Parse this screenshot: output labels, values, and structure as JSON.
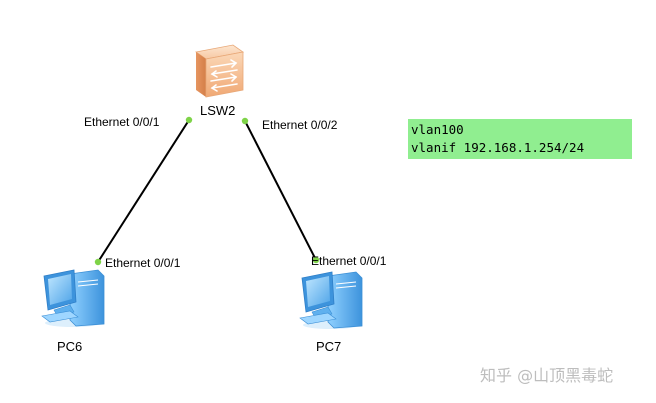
{
  "switch": {
    "label": "LSW2",
    "ports": {
      "left": "Ethernet 0/0/1",
      "right": "Ethernet 0/0/2"
    }
  },
  "pcs": [
    {
      "label": "PC6",
      "port": "Ethernet 0/0/1"
    },
    {
      "label": "PC7",
      "port": "Ethernet 0/0/1"
    }
  ],
  "note": {
    "line1": "vlan100",
    "line2": "vlanif 192.168.1.254/24"
  },
  "watermark": "知乎 @山顶黑毒蛇",
  "colors": {
    "link": "#000000",
    "port_dot": "#7ed348",
    "note_bg": "#90ee90",
    "switch_body": "#f6b383",
    "pc_blue": "#5fb0ee"
  }
}
